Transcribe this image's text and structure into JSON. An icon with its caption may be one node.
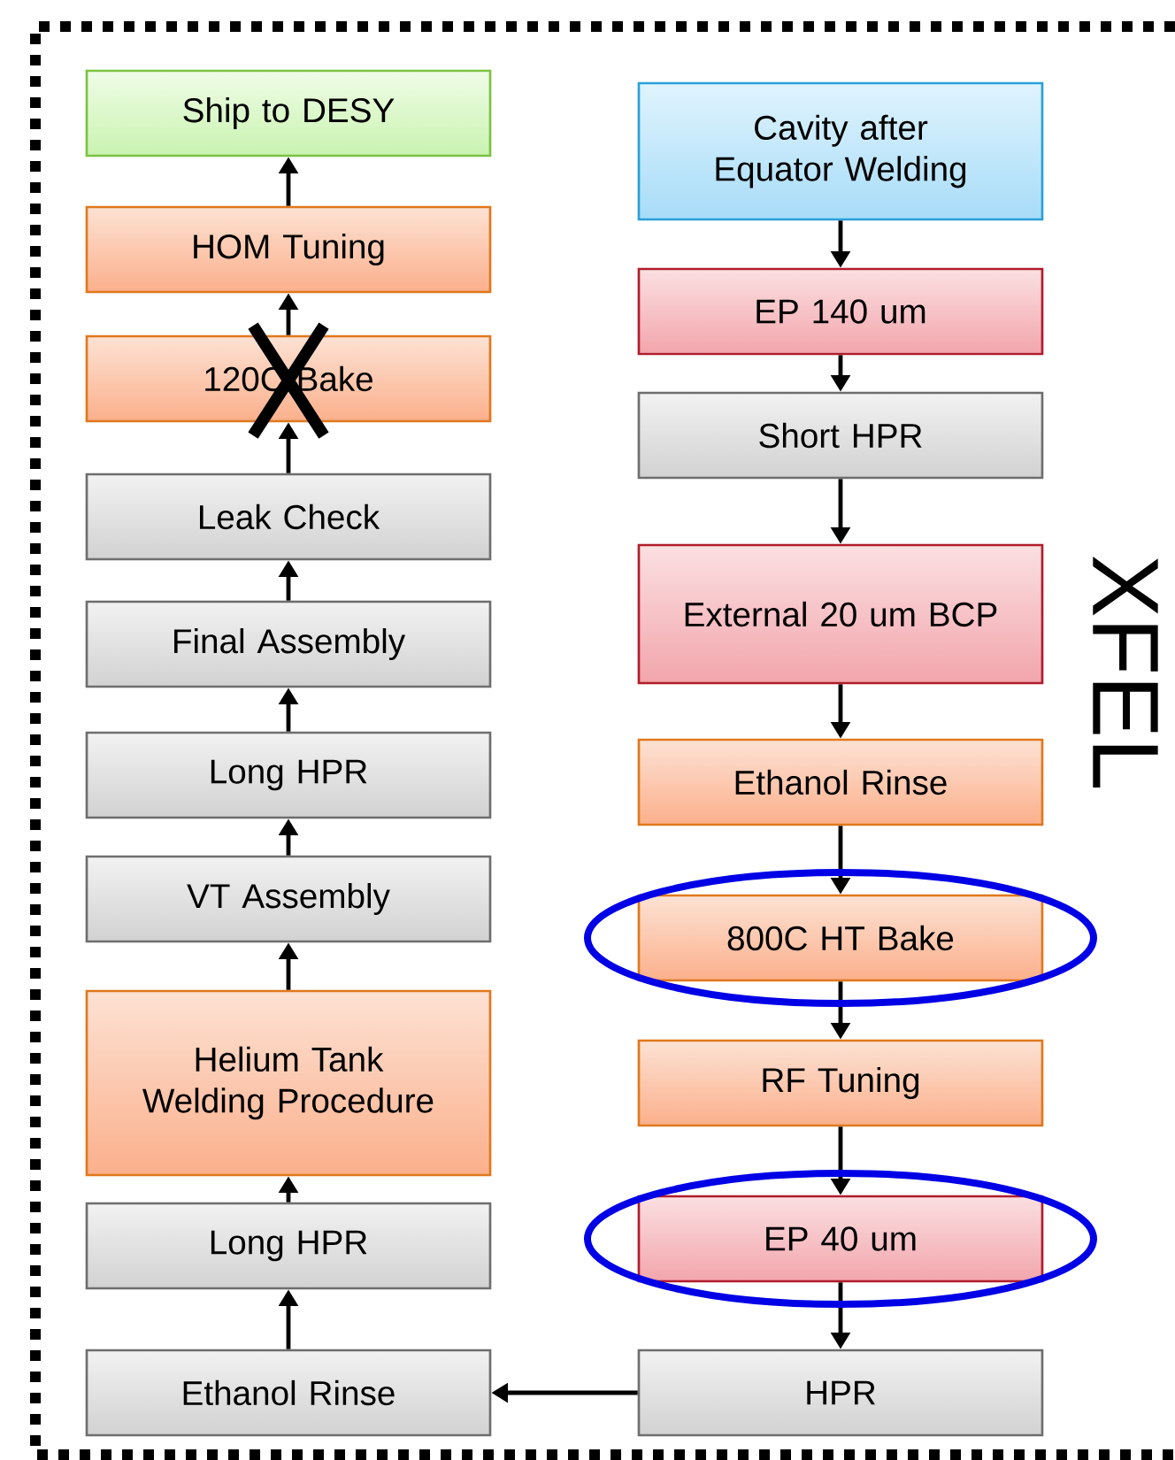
{
  "diagram": {
    "nodes": [
      {
        "text": [
          "Ship to DESY"
        ]
      },
      {
        "text": [
          "HOM Tuning"
        ]
      },
      {
        "text": [
          "120C Bake"
        ]
      },
      {
        "text": [
          "Leak Check"
        ]
      },
      {
        "text": [
          "Final Assembly"
        ]
      },
      {
        "text": [
          "Long HPR"
        ]
      },
      {
        "text": [
          "VT Assembly"
        ]
      },
      {
        "text": [
          "Helium Tank Welding Procedure"
        ]
      },
      {
        "text": [
          "Long HPR"
        ]
      },
      {
        "text": [
          "Ethanol Rinse"
        ]
      },
      {
        "text": [
          "Cavity after Equator Welding"
        ]
      },
      {
        "text": [
          "EP 140 um"
        ]
      },
      {
        "text": [
          "Short HPR"
        ]
      },
      {
        "text": [
          "External 20 um BCP"
        ]
      },
      {
        "text": [
          "Ethanol Rinse"
        ]
      },
      {
        "text": [
          "800C HT Bake"
        ]
      },
      {
        "text": [
          "RF Tuning"
        ]
      },
      {
        "text": [
          "EP 40 um"
        ]
      },
      {
        "text": [
          "HPR"
        ]
      }
    ],
    "edges": [
      {
        "from": 10,
        "to": 11,
        "arrow": "to"
      },
      {
        "from": 11,
        "to": 12,
        "arrow": "to"
      },
      {
        "from": 12,
        "to": 13,
        "arrow": "to"
      },
      {
        "from": 13,
        "to": 14,
        "arrow": "to"
      },
      {
        "from": 14,
        "to": 15,
        "arrow": "to"
      },
      {
        "from": 15,
        "to": 16,
        "arrow": "to"
      },
      {
        "from": 16,
        "to": 17,
        "arrow": "to"
      },
      {
        "from": 17,
        "to": 18,
        "arrow": "to"
      },
      {
        "from": 18,
        "to": 9,
        "arrow": "to"
      },
      {
        "from": 9,
        "to": 8,
        "arrow": "to"
      },
      {
        "from": 8,
        "to": 7,
        "arrow": "to"
      },
      {
        "from": 7,
        "to": 6,
        "arrow": "to"
      },
      {
        "from": 6,
        "to": 5,
        "arrow": "to"
      },
      {
        "from": 5,
        "to": 4,
        "arrow": "to"
      },
      {
        "from": 4,
        "to": 3,
        "arrow": "to"
      },
      {
        "from": 3,
        "to": 2,
        "arrow": "to"
      },
      {
        "from": 2,
        "to": 1,
        "arrow": "to"
      },
      {
        "from": 1,
        "to": 0,
        "arrow": "to"
      }
    ],
    "labels": [
      "XFEL"
    ]
  }
}
